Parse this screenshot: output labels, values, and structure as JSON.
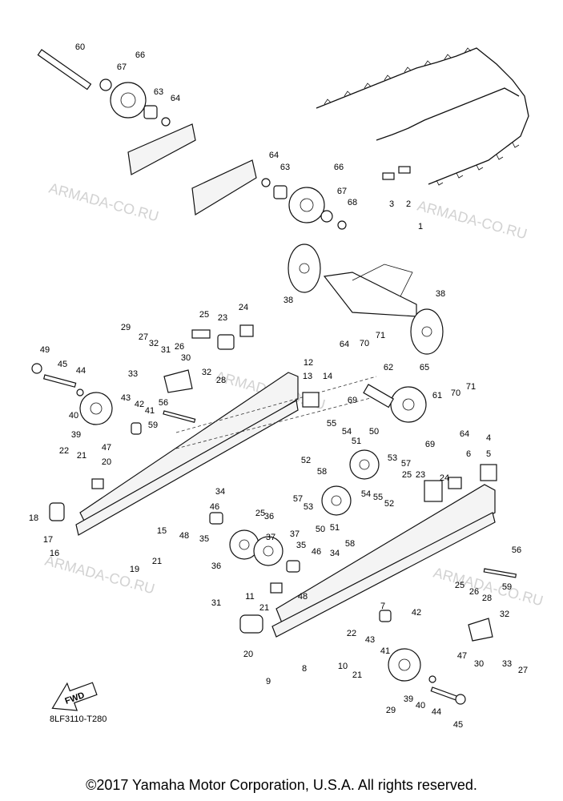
{
  "watermark": "ARMADA-CO.RU",
  "diagram_code": "8LF3110-T280",
  "copyright": "©2017 Yamaha Motor Corporation, U.S.A. All rights reserved.",
  "fwd_label": "FWD",
  "callouts": [
    {
      "id": "60"
    },
    {
      "id": "66"
    },
    {
      "id": "67"
    },
    {
      "id": "63"
    },
    {
      "id": "64"
    },
    {
      "id": "64"
    },
    {
      "id": "63"
    },
    {
      "id": "66"
    },
    {
      "id": "67"
    },
    {
      "id": "68"
    },
    {
      "id": "3"
    },
    {
      "id": "2"
    },
    {
      "id": "1"
    },
    {
      "id": "38"
    },
    {
      "id": "38"
    },
    {
      "id": "25"
    },
    {
      "id": "24"
    },
    {
      "id": "23"
    },
    {
      "id": "29"
    },
    {
      "id": "27"
    },
    {
      "id": "32"
    },
    {
      "id": "31"
    },
    {
      "id": "26"
    },
    {
      "id": "30"
    },
    {
      "id": "33"
    },
    {
      "id": "32"
    },
    {
      "id": "28"
    },
    {
      "id": "49"
    },
    {
      "id": "45"
    },
    {
      "id": "44"
    },
    {
      "id": "43"
    },
    {
      "id": "42"
    },
    {
      "id": "41"
    },
    {
      "id": "56"
    },
    {
      "id": "40"
    },
    {
      "id": "39"
    },
    {
      "id": "47"
    },
    {
      "id": "59"
    },
    {
      "id": "64"
    },
    {
      "id": "70"
    },
    {
      "id": "71"
    },
    {
      "id": "12"
    },
    {
      "id": "13"
    },
    {
      "id": "14"
    },
    {
      "id": "62"
    },
    {
      "id": "65"
    },
    {
      "id": "69"
    },
    {
      "id": "61"
    },
    {
      "id": "70"
    },
    {
      "id": "71"
    },
    {
      "id": "69"
    },
    {
      "id": "55"
    },
    {
      "id": "54"
    },
    {
      "id": "51"
    },
    {
      "id": "50"
    },
    {
      "id": "52"
    },
    {
      "id": "58"
    },
    {
      "id": "53"
    },
    {
      "id": "57"
    },
    {
      "id": "25"
    },
    {
      "id": "23"
    },
    {
      "id": "24"
    },
    {
      "id": "4"
    },
    {
      "id": "5"
    },
    {
      "id": "6"
    },
    {
      "id": "64"
    },
    {
      "id": "22"
    },
    {
      "id": "21"
    },
    {
      "id": "20"
    },
    {
      "id": "18"
    },
    {
      "id": "17"
    },
    {
      "id": "16"
    },
    {
      "id": "15"
    },
    {
      "id": "19"
    },
    {
      "id": "21"
    },
    {
      "id": "34"
    },
    {
      "id": "46"
    },
    {
      "id": "48"
    },
    {
      "id": "25"
    },
    {
      "id": "57"
    },
    {
      "id": "53"
    },
    {
      "id": "54"
    },
    {
      "id": "55"
    },
    {
      "id": "52"
    },
    {
      "id": "51"
    },
    {
      "id": "58"
    },
    {
      "id": "50"
    },
    {
      "id": "36"
    },
    {
      "id": "37"
    },
    {
      "id": "35"
    },
    {
      "id": "37"
    },
    {
      "id": "35"
    },
    {
      "id": "36"
    },
    {
      "id": "46"
    },
    {
      "id": "34"
    },
    {
      "id": "48"
    },
    {
      "id": "56"
    },
    {
      "id": "59"
    },
    {
      "id": "25"
    },
    {
      "id": "26"
    },
    {
      "id": "28"
    },
    {
      "id": "32"
    },
    {
      "id": "31"
    },
    {
      "id": "11"
    },
    {
      "id": "21"
    },
    {
      "id": "20"
    },
    {
      "id": "9"
    },
    {
      "id": "8"
    },
    {
      "id": "10"
    },
    {
      "id": "21"
    },
    {
      "id": "22"
    },
    {
      "id": "7"
    },
    {
      "id": "42"
    },
    {
      "id": "43"
    },
    {
      "id": "41"
    },
    {
      "id": "47"
    },
    {
      "id": "30"
    },
    {
      "id": "33"
    },
    {
      "id": "27"
    },
    {
      "id": "29"
    },
    {
      "id": "39"
    },
    {
      "id": "40"
    },
    {
      "id": "44"
    },
    {
      "id": "45"
    },
    {
      "id": "49"
    }
  ]
}
